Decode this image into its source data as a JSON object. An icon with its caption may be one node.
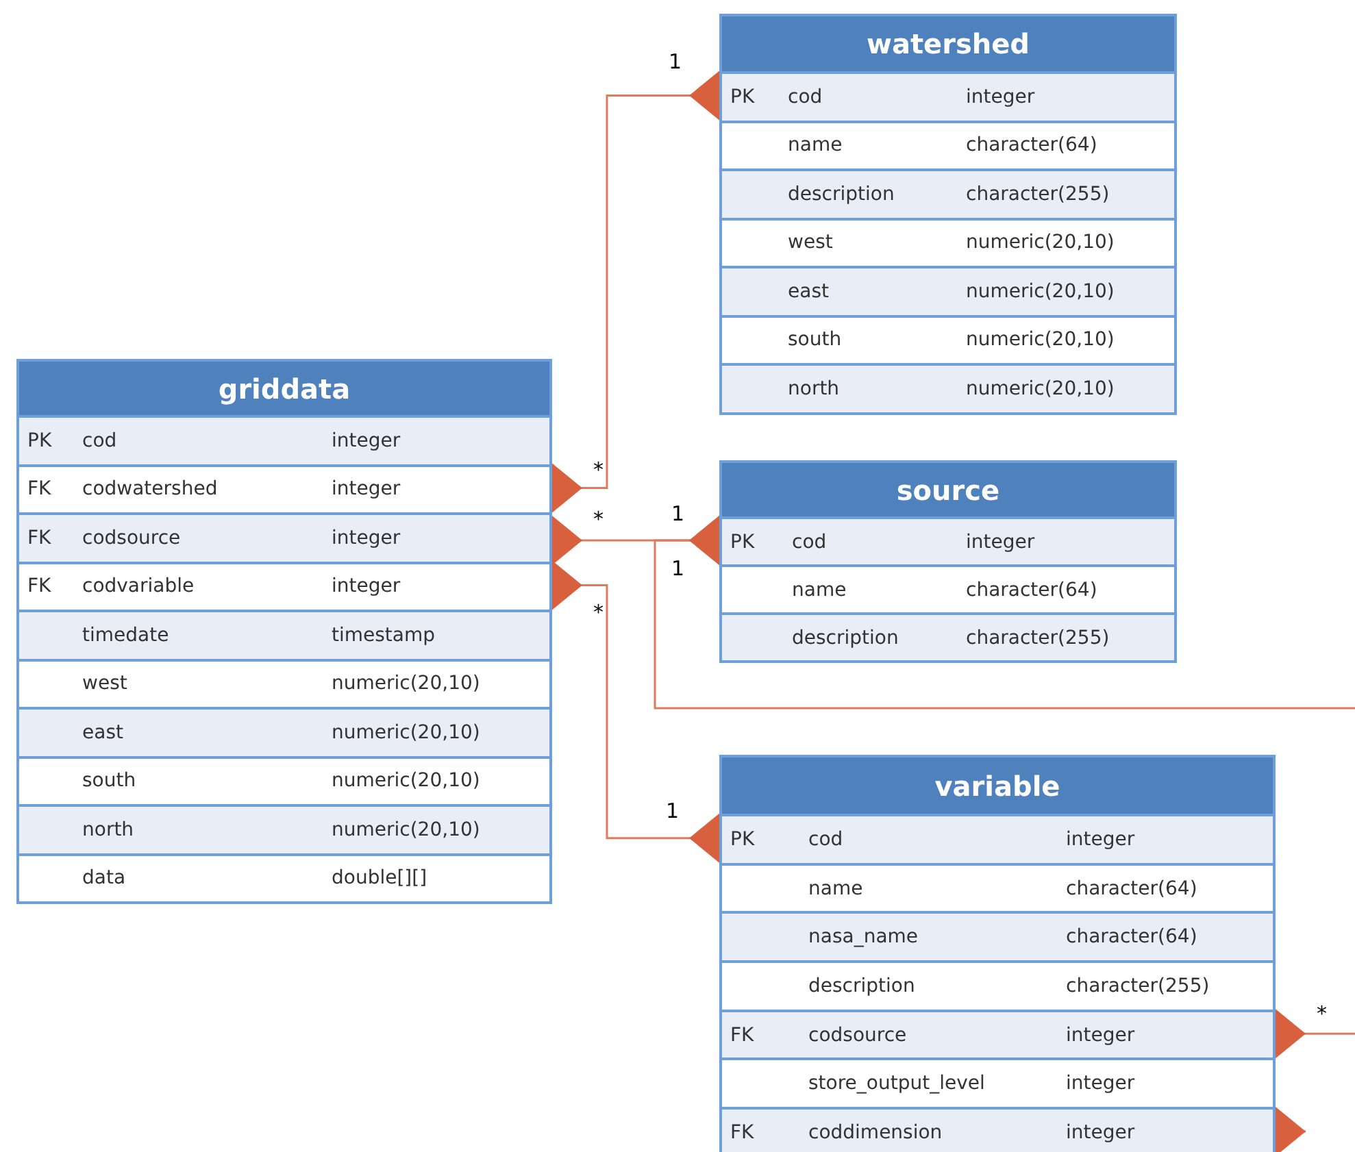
{
  "diagram": {
    "nodes": [
      {
        "text": [
          "griddata"
        ]
      },
      {
        "text": [
          "PK",
          "cod",
          "integer"
        ],
        "in": 0
      },
      {
        "text": [
          "FK",
          "codwatershed",
          "integer"
        ],
        "in": 0
      },
      {
        "text": [
          "FK",
          "codsource",
          "integer"
        ],
        "in": 0
      },
      {
        "text": [
          "FK",
          "codvariable",
          "integer"
        ],
        "in": 0
      },
      {
        "text": [
          "timedate",
          "timestamp"
        ],
        "in": 0
      },
      {
        "text": [
          "west",
          "numeric(20,10)"
        ],
        "in": 0
      },
      {
        "text": [
          "east",
          "numeric(20,10)"
        ],
        "in": 0
      },
      {
        "text": [
          "south",
          "numeric(20,10)"
        ],
        "in": 0
      },
      {
        "text": [
          "north",
          "numeric(20,10)"
        ],
        "in": 0
      },
      {
        "text": [
          "data",
          "double[][]"
        ],
        "in": 0
      },
      {
        "text": [
          "watershed"
        ]
      },
      {
        "text": [
          "PK",
          "cod",
          "integer"
        ],
        "in": 11
      },
      {
        "text": [
          "name",
          "character(64)"
        ],
        "in": 11
      },
      {
        "text": [
          "description",
          "character(255)"
        ],
        "in": 11
      },
      {
        "text": [
          "west",
          "numeric(20,10)"
        ],
        "in": 11
      },
      {
        "text": [
          "east",
          "numeric(20,10)"
        ],
        "in": 11
      },
      {
        "text": [
          "south",
          "numeric(20,10)"
        ],
        "in": 11
      },
      {
        "text": [
          "north",
          "numeric(20,10)"
        ],
        "in": 11
      },
      {
        "text": [
          "source"
        ]
      },
      {
        "text": [
          "PK",
          "cod",
          "integer"
        ],
        "in": 19
      },
      {
        "text": [
          "name",
          "character(64)"
        ],
        "in": 19
      },
      {
        "text": [
          "description",
          "character(255)"
        ],
        "in": 19
      },
      {
        "text": [
          "variable"
        ]
      },
      {
        "text": [
          "PK",
          "cod",
          "integer"
        ],
        "in": 23
      },
      {
        "text": [
          "name",
          "character(64)"
        ],
        "in": 23
      },
      {
        "text": [
          "nasa_name",
          "character(64)"
        ],
        "in": 23
      },
      {
        "text": [
          "description",
          "character(255)"
        ],
        "in": 23
      },
      {
        "text": [
          "FK",
          "codsource",
          "integer"
        ],
        "in": 23
      },
      {
        "text": [
          "store_output_level",
          "integer"
        ],
        "in": 23
      },
      {
        "text": [
          "FK",
          "coddimension",
          "integer"
        ],
        "in": 23
      }
    ],
    "edges": [
      {
        "from": 2,
        "to": 12,
        "arrow": "other"
      },
      {
        "from": 3,
        "to": 20,
        "arrow": "other"
      },
      {
        "from": 4,
        "to": 24,
        "arrow": "other"
      },
      {
        "from": 28,
        "to": 20,
        "arrow": "other"
      },
      {
        "from": 30,
        "to": null,
        "arrow": "other"
      }
    ],
    "labels": [
      "1",
      "*",
      "*",
      "1",
      "1",
      "*",
      "1",
      "*"
    ]
  }
}
